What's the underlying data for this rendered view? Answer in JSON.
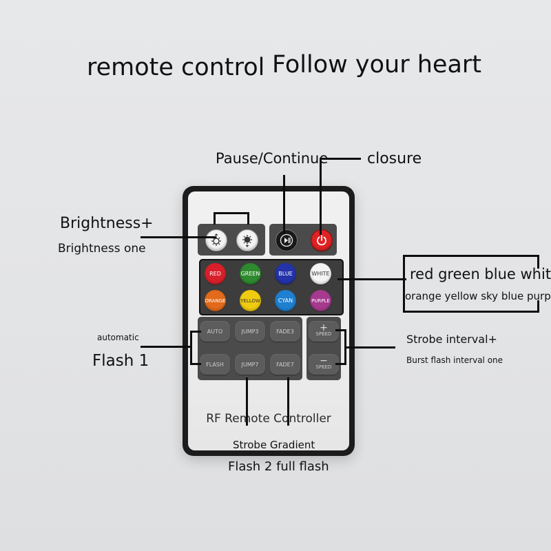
{
  "headline": {
    "left": "remote control",
    "right": "Follow your heart"
  },
  "callouts": {
    "pause": "Pause/Continue",
    "closure": "closure",
    "brightness_up": "Brightness+",
    "brightness_down": "Brightness one",
    "colors_row1": "red green blue white",
    "colors_row2": "orange yellow sky blue purple",
    "automatic": "automatic",
    "flash1": "Flash 1",
    "strobe_up": "Strobe interval+",
    "strobe_down": "Burst flash interval one",
    "strobe_gradient": "Strobe Gradient",
    "flash2": "Flash 2 full flash"
  },
  "remote": {
    "brand": "RF Remote Controller",
    "colors": {
      "red": "RED",
      "green": "GREEN",
      "blue": "BLUE",
      "white": "WHITE",
      "orange": "ORANGE",
      "yellow": "YELLOW",
      "cyan": "CYAN",
      "purple": "PURPLE"
    },
    "func": {
      "auto": "AUTO",
      "jump3": "JUMP3",
      "fade3": "FADE3",
      "flash": "FLASH",
      "jump7": "JUMP7",
      "fade7": "FADE7",
      "plus": "+",
      "minus": "−",
      "speed": "SPEED"
    },
    "key_colors": {
      "red": "#d8202a",
      "green": "#2e8a2f",
      "blue": "#2433a8",
      "white": "#f4f4f4",
      "orange": "#e26a1a",
      "yellow": "#f0cc10",
      "cyan": "#1f7fd0",
      "purple": "#a53a8e",
      "power": "#e02225"
    }
  }
}
